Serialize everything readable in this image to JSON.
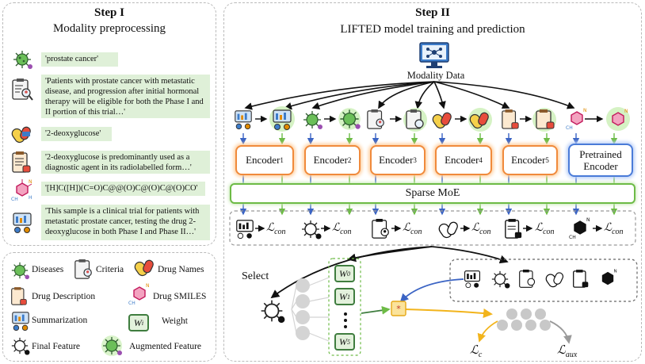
{
  "step1": {
    "title": "Step I",
    "subtitle": "Modality preprocessing",
    "texts": [
      "'prostate cancer'",
      "'Patients with prostate cancer with metastatic disease, and progression after initial hormonal therapy will be eligible for both the Phase I and II portion of this trial…'",
      "'2-deoxyglucose'",
      "'2-deoxyglucose is predominantly used as a diagnostic agent in its radiolabelled form…'",
      "'[H]C([H])(C=O)C@@(O)C@(O)C@(O)CO'",
      "'This sample is a clinical trial for patients with metastatic prostate cancer, testing the drug 2-deoxyglucose in both Phase I and Phase II…'"
    ]
  },
  "legend": {
    "diseases": "Diseases",
    "criteria": "Criteria",
    "drug_names": "Drug Names",
    "drug_description": "Drug Description",
    "drug_smiles": "Drug SMILES",
    "summarization": "Summarization",
    "weight_symbol": "W",
    "weight_sub": "i",
    "weight": "Weight",
    "final_feature": "Final Feature",
    "augmented_feature": "Augmented Feature"
  },
  "step2": {
    "title": "Step II",
    "subtitle": "LIFTED model training and prediction",
    "modality_data": "Modality Data",
    "encoders": [
      {
        "label": "Encoder",
        "sub": "1"
      },
      {
        "label": "Encoder",
        "sub": "2"
      },
      {
        "label": "Encoder",
        "sub": "3"
      },
      {
        "label": "Encoder",
        "sub": "4"
      },
      {
        "label": "Encoder",
        "sub": "5"
      }
    ],
    "pretrained_line1": "Pretrained",
    "pretrained_line2": "Encoder",
    "moe": "Sparse MoE",
    "loss_con_main": "ℒ",
    "loss_con_sub": "con",
    "select": "Select",
    "weights": [
      {
        "symbol": "W",
        "sub": "0"
      },
      {
        "symbol": "W",
        "sub": "1"
      },
      {
        "symbol": "W",
        "sub": "5"
      }
    ],
    "loss_c_main": "ℒ",
    "loss_c_sub": "c",
    "loss_aux_main": "ℒ",
    "loss_aux_sub": "aux"
  },
  "colors": {
    "green_box": "#dff0d8",
    "orange": "#f08a3c",
    "blue": "#4a7bd8",
    "moe_green": "#6dbb46",
    "arrow_green": "#6dbb46",
    "arrow_blue": "#3b64c4",
    "arrow_yellow": "#f2b41c",
    "arrow_gray": "#9a9a9a"
  },
  "icons": [
    "virus-icon",
    "clipboard-search-icon",
    "pills-icon",
    "drug-description-icon",
    "molecule-icon",
    "summarization-icon",
    "monitor-network-icon",
    "final-feature-icon",
    "multiply-icon"
  ]
}
